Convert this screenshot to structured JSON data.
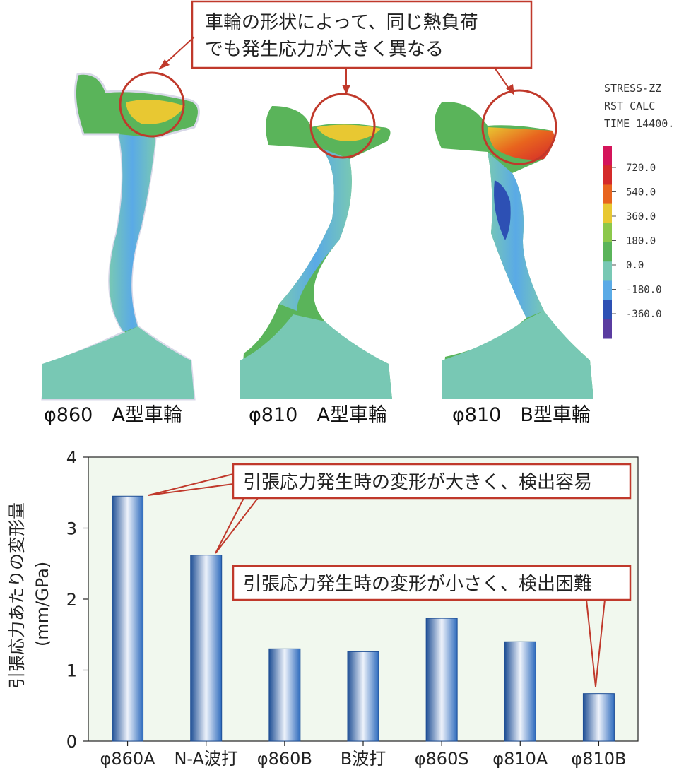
{
  "top_figure": {
    "callout": {
      "line1": "車輪の形状によって、同じ熱負荷",
      "line2": "でも発生応力が大きく異なる"
    },
    "wheels": [
      {
        "label": "φ860　A型車輪"
      },
      {
        "label": "φ810　A型車輪"
      },
      {
        "label": "φ810　B型車輪"
      }
    ],
    "legend": {
      "header": [
        "STRESS-ZZ",
        "RST CALC",
        "TIME 14400."
      ],
      "ticks": [
        "720.0",
        "540.0",
        "360.0",
        "180.0",
        "0.0",
        "-180.0",
        "-360.0"
      ],
      "colors": [
        "#d4145a",
        "#d42a2a",
        "#e8641e",
        "#e8c832",
        "#8cc84b",
        "#5ab45a",
        "#78c8b4",
        "#5aaae6",
        "#2d50b4",
        "#5a3ca0"
      ]
    }
  },
  "chart_data": {
    "type": "bar",
    "categories": [
      "φ860A",
      "N-A波打",
      "φ860B",
      "B波打",
      "φ860S",
      "φ810A",
      "φ810B"
    ],
    "values": [
      3.45,
      2.62,
      1.3,
      1.26,
      1.73,
      1.4,
      0.67
    ],
    "ylabel_line1": "引張応力あたりの変形量",
    "ylabel_line2": "(mm/GPa)",
    "ylim": [
      0,
      4
    ],
    "yticks": [
      "0",
      "1",
      "2",
      "3",
      "4"
    ],
    "grid": false,
    "bar_color": "#2e6bbd",
    "annotations": [
      {
        "text": "引張応力発生時の変形が大きく、検出容易"
      },
      {
        "text": "引張応力発生時の変形が小さく、検出困難"
      }
    ]
  }
}
